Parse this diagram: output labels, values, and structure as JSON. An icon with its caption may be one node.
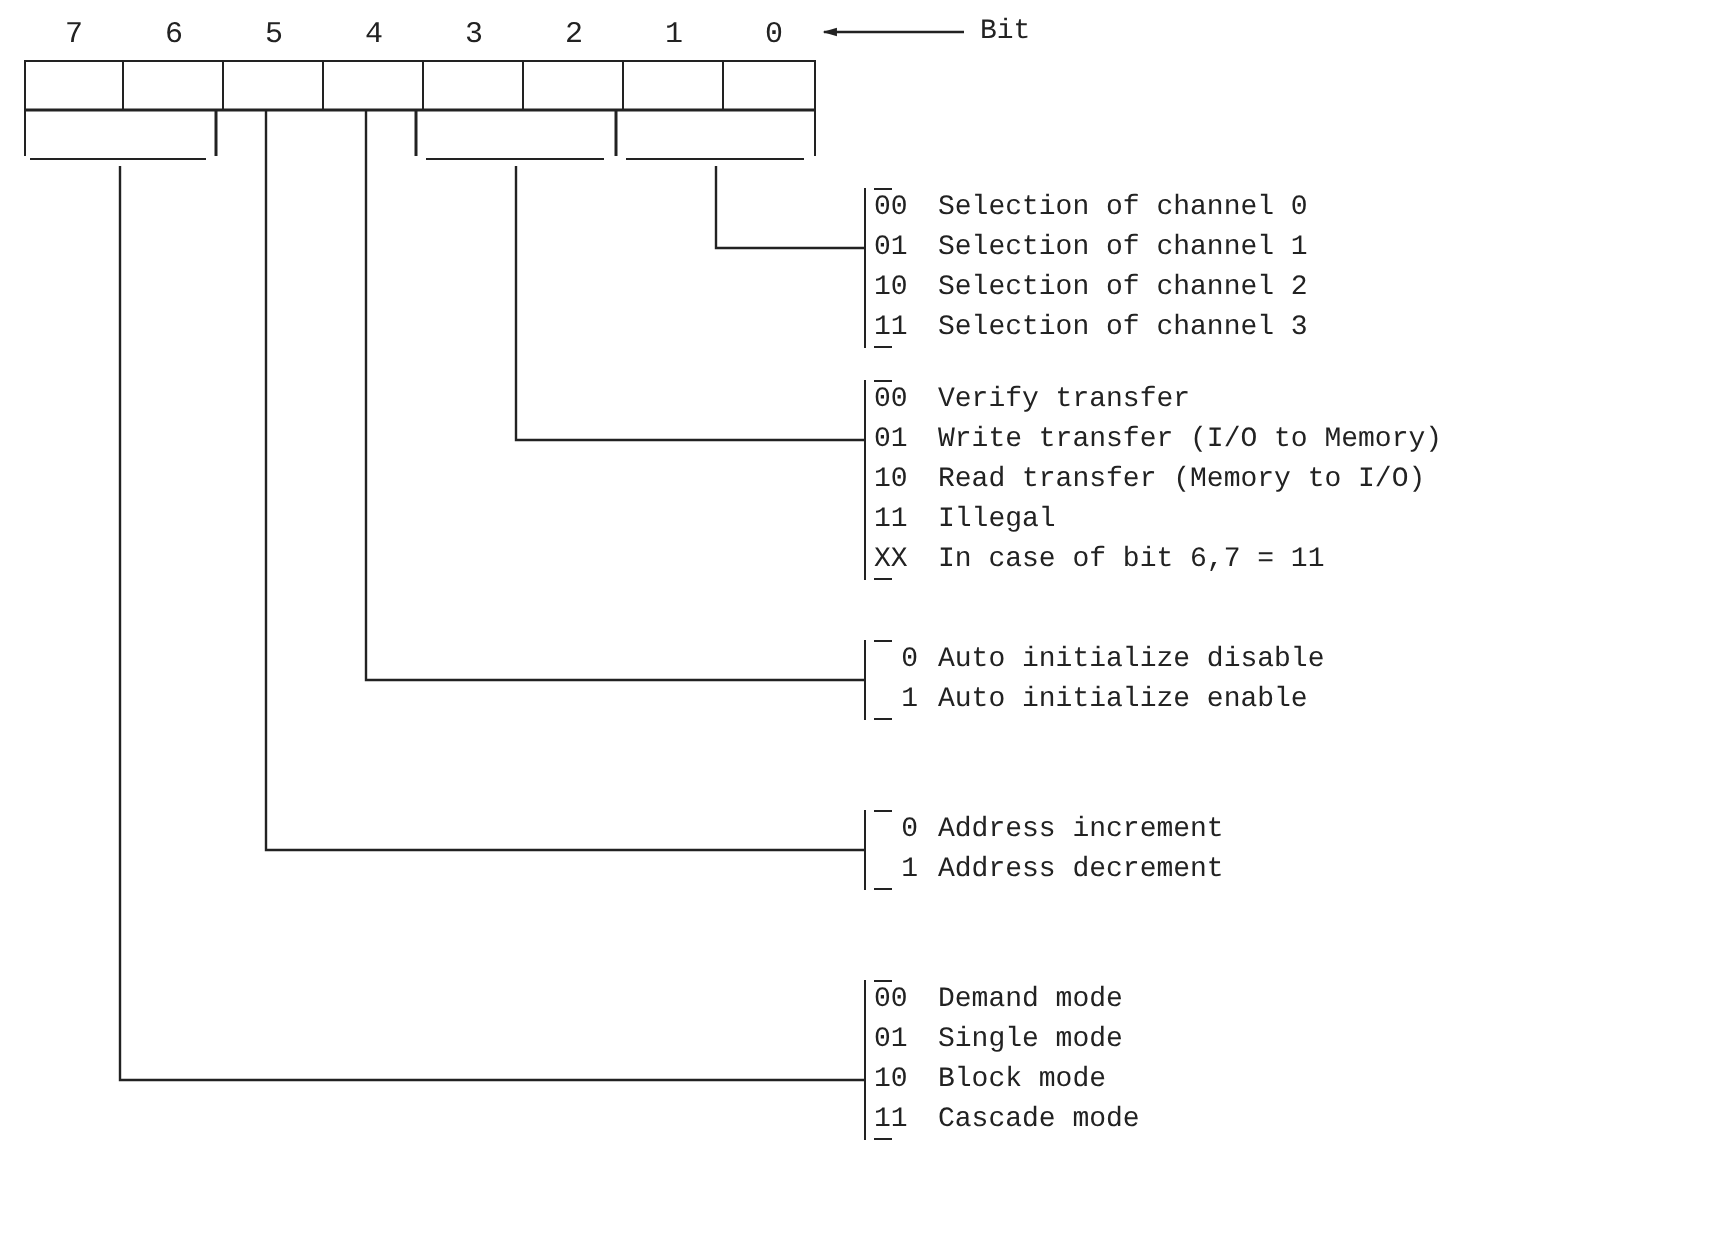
{
  "diagram": {
    "nodes": [
      {
        "text": [],
        "shape": "box"
      },
      {
        "text": [
          "7"
        ],
        "in": 0
      },
      {
        "text": [
          "6"
        ],
        "in": 0
      },
      {
        "text": [
          "5"
        ],
        "in": 0
      },
      {
        "text": [
          "4"
        ],
        "in": 0
      },
      {
        "text": [
          "3"
        ],
        "in": 0
      },
      {
        "text": [
          "2"
        ],
        "in": 0
      },
      {
        "text": [
          "1"
        ],
        "in": 0
      },
      {
        "text": [
          "0"
        ],
        "in": 0
      },
      {
        "text": [
          "Bit"
        ]
      },
      {
        "text": [],
        "shape": "bar"
      },
      {
        "text": [],
        "shape": "bar"
      },
      {
        "text": [],
        "shape": "bar"
      },
      {
        "text": [
          "00",
          "Selection of channel 0",
          "01",
          "Selection of channel 1",
          "10",
          "Selection of channel 2",
          "11",
          "Selection of channel 3"
        ]
      },
      {
        "text": [
          "00",
          "Verify transfer",
          "01",
          "Write transfer (I/O to Memory)",
          "10",
          "Read transfer (Memory to I/O)",
          "11",
          "Illegal",
          "XX",
          "In case of bit 6,7 = 11"
        ]
      },
      {
        "text": [
          "0",
          "Auto initialize disable",
          "1",
          "Auto initialize enable"
        ]
      },
      {
        "text": [
          "0",
          "Address increment",
          "1",
          "Address decrement"
        ]
      },
      {
        "text": [
          "00",
          "Demand mode",
          "01",
          "Single mode",
          "10",
          "Block mode",
          "11",
          "Cascade mode"
        ]
      }
    ],
    "edges": [
      {
        "from": 9,
        "to": 8,
        "arrow": "to"
      },
      {
        "from": 12,
        "to": 13,
        "arrow": "none"
      },
      {
        "from": 11,
        "to": 14,
        "arrow": "none"
      },
      {
        "from": 4,
        "to": 15,
        "arrow": "none"
      },
      {
        "from": 3,
        "to": 16,
        "arrow": "none"
      },
      {
        "from": 10,
        "to": 17,
        "arrow": "none"
      }
    ]
  }
}
